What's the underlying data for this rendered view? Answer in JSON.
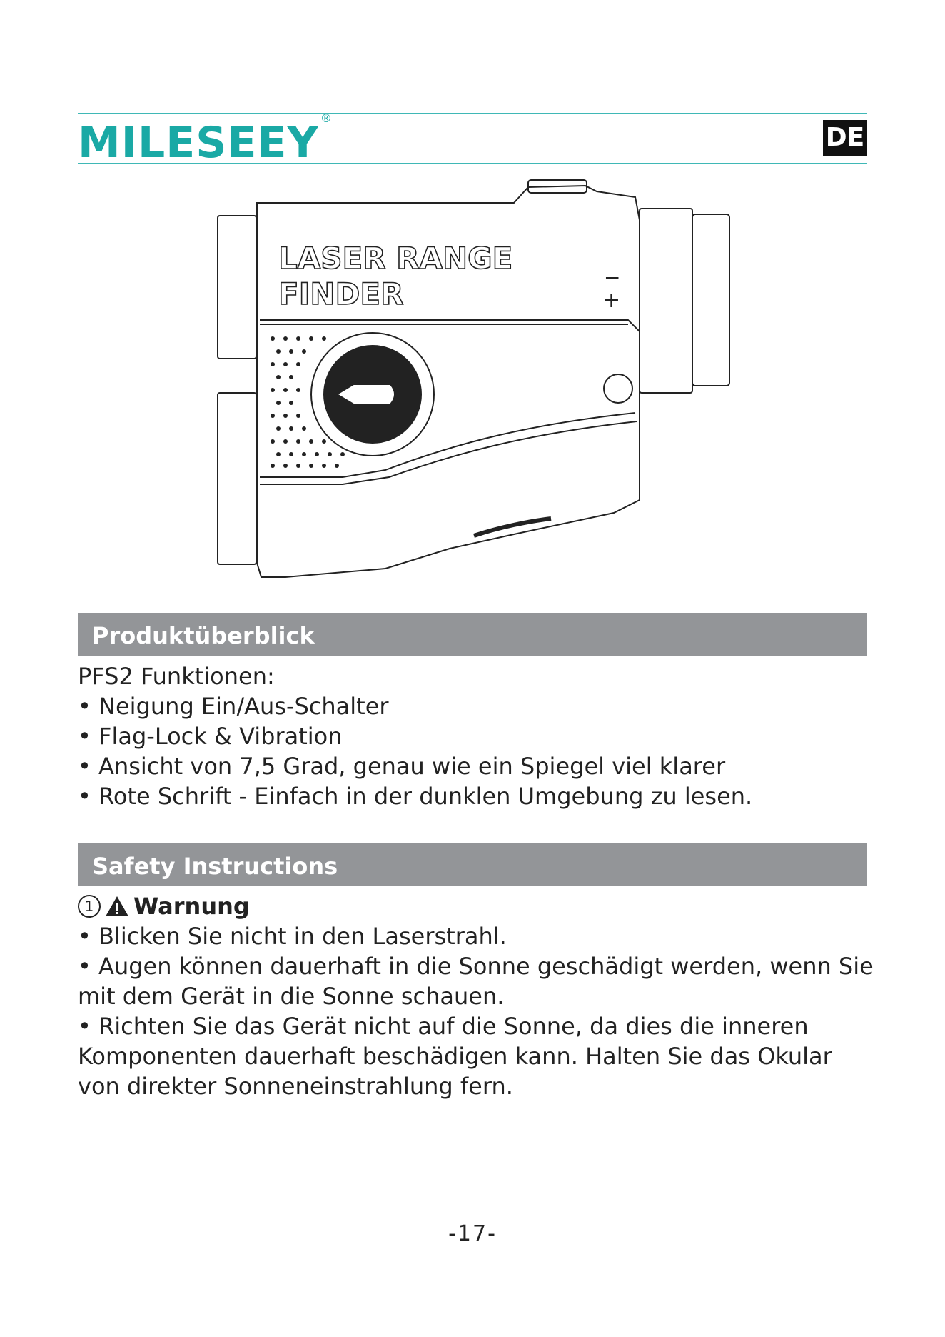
{
  "header": {
    "brand": "MILESEEY",
    "registered": "®",
    "language": "DE"
  },
  "illustration": {
    "device_label_line1": "LASER RANGE",
    "device_label_line2": "FINDER",
    "minus_symbol": "−",
    "plus_symbol": "+"
  },
  "overview": {
    "title": "Produktüberblick",
    "intro": "PFS2 Funktionen:",
    "items": [
      "• Neigung Ein/Aus-Schalter",
      "• Flag-Lock & Vibration",
      "• Ansicht von 7,5 Grad, genau wie ein Spiegel viel klarer",
      "• Rote Schrift - Einfach in der dunklen Umgebung zu lesen."
    ]
  },
  "safety": {
    "title": "Safety Instructions",
    "warning_number": "1",
    "warning_label": "Warnung",
    "items": [
      "• Blicken Sie nicht in den Laserstrahl.",
      "• Augen können dauerhaft in die Sonne geschädigt werden, wenn Sie mit dem Gerät in die Sonne schauen.",
      "• Richten Sie das Gerät nicht auf die Sonne, da dies die inneren Komponenten dauerhaft beschädigen kann. Halten Sie das Okular von direkter Sonneneinstrahlung fern."
    ]
  },
  "footer": {
    "page_number": "-17-"
  }
}
